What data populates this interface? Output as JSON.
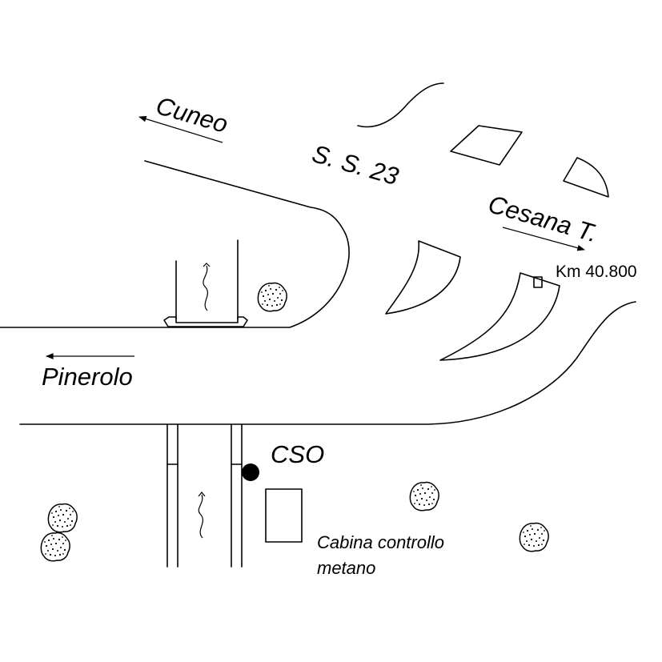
{
  "labels": {
    "cuneo": "Cuneo",
    "ss23": "S. S. 23",
    "cesana": "Cesana T.",
    "km": "Km 40.800",
    "pinerolo": "Pinerolo",
    "cso": "CSO",
    "cabina_line1": "Cabina controllo",
    "cabina_line2": "metano"
  },
  "colors": {
    "ink": "#000000",
    "background": "#ffffff"
  },
  "icons": [
    "arrow-icon",
    "tree-icon",
    "cso-marker-icon",
    "cabin-icon",
    "water-flow-icon"
  ]
}
